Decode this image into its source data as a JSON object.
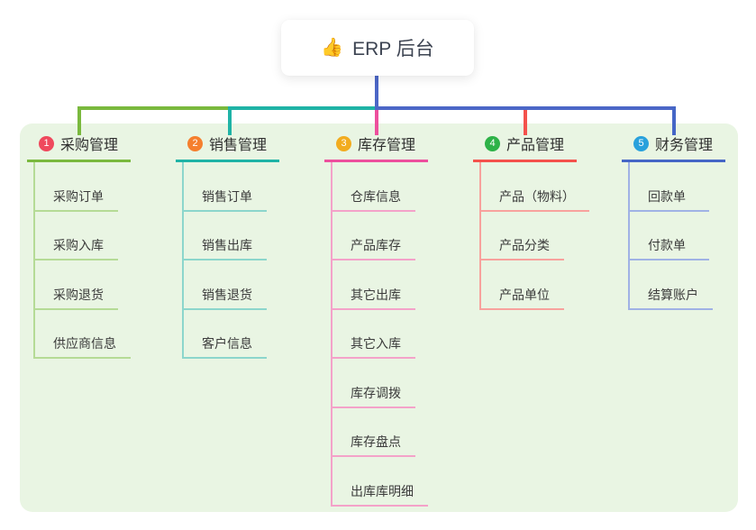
{
  "root": {
    "icon": "👍",
    "title": "ERP 后台"
  },
  "colors": {
    "panel_bg": "#e9f5e3",
    "root_connector": "#4c67c7",
    "root_text": "#3d4452"
  },
  "branches": [
    {
      "num": "1",
      "title": "采购管理",
      "badge_color": "#ef495d",
      "line_color": "#7ab93e",
      "light_color": "#b5db96",
      "children": [
        "采购订单",
        "采购入库",
        "采购退货",
        "供应商信息"
      ]
    },
    {
      "num": "2",
      "title": "销售管理",
      "badge_color": "#f57f2e",
      "line_color": "#1fb3a6",
      "light_color": "#8cd6cc",
      "children": [
        "销售订单",
        "销售出库",
        "销售退货",
        "客户信息"
      ]
    },
    {
      "num": "3",
      "title": "库存管理",
      "badge_color": "#f2ac1f",
      "line_color": "#ed4f9d",
      "light_color": "#f4a2c9",
      "children": [
        "仓库信息",
        "产品库存",
        "其它出库",
        "其它入库",
        "库存调拨",
        "库存盘点",
        "出库库明细"
      ]
    },
    {
      "num": "4",
      "title": "产品管理",
      "badge_color": "#2eb248",
      "line_color": "#f4514c",
      "light_color": "#f8a29d",
      "children": [
        "产品（物料）",
        "产品分类",
        "产品单位"
      ]
    },
    {
      "num": "5",
      "title": "财务管理",
      "badge_color": "#29a1dc",
      "line_color": "#4566c6",
      "light_color": "#a0b2e5",
      "children": [
        "回款单",
        "付款单",
        "结算账户"
      ]
    }
  ]
}
